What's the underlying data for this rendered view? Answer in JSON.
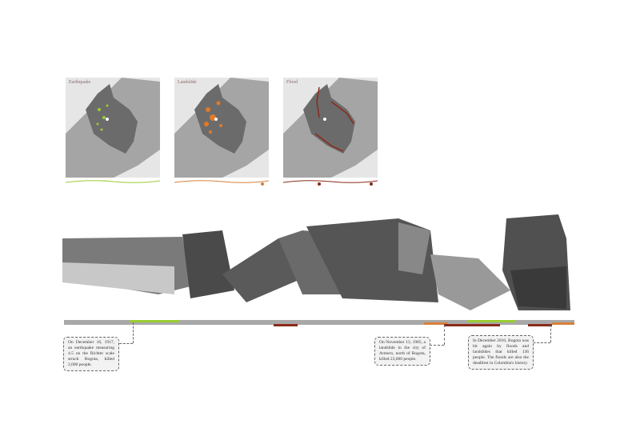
{
  "maps": [
    {
      "title": "Earthquake",
      "color": "#9acd32"
    },
    {
      "title": "Landslide",
      "color": "#e07b2a"
    },
    {
      "title": "Flood",
      "color": "#8b2a1a"
    }
  ],
  "timeline": {
    "base_color": "#a8a8a8",
    "colors": {
      "earthquake": "#9acd32",
      "landslide": "#d9803a",
      "flood": "#8b2a1a"
    }
  },
  "annotations": [
    {
      "text": "On December 16, 1917, an earthquake measuring 4.5 on the Richter scale struck Bogota, killed 2,000 people."
    },
    {
      "text": "On November 13, 1985, a landslide in the city of Armero, north of Bogota, killed 23,000 people."
    },
    {
      "text": "In December 2010, Bogota was hit again by floods and landslides that killed 136 people. The floods are also the deadliest in Colombia's history."
    }
  ]
}
